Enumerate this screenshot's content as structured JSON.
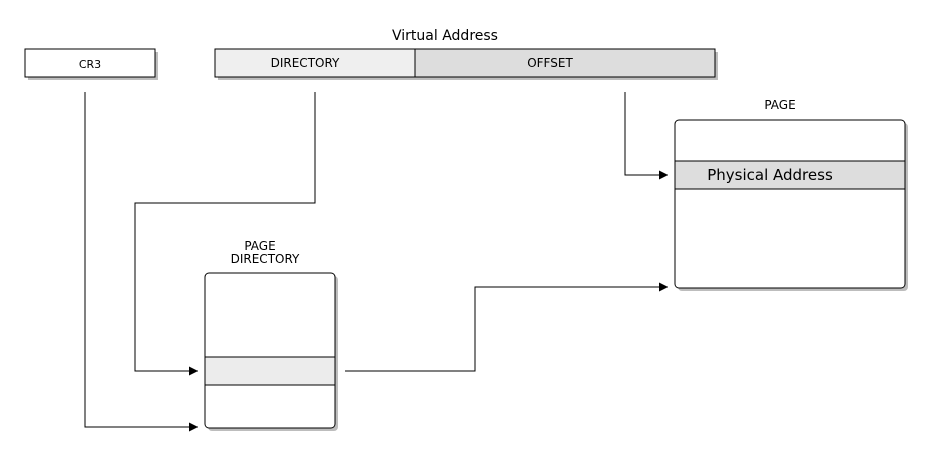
{
  "virtual_address": {
    "title": "Virtual Address",
    "directory_label": "DIRECTORY",
    "offset_label": "OFFSET"
  },
  "cr3": {
    "label": "CR3"
  },
  "page_directory": {
    "title_line1": "PAGE",
    "title_line2": "DIRECTORY"
  },
  "page": {
    "title": "PAGE",
    "entry_label": "Physical Address"
  },
  "colors": {
    "directory_fill": "#efefef",
    "offset_fill": "#dddddd",
    "entry_fill": "#dddddd",
    "pd_entry_fill": "#ececec",
    "stroke": "#000000",
    "shadow": "#bdbdbd"
  }
}
